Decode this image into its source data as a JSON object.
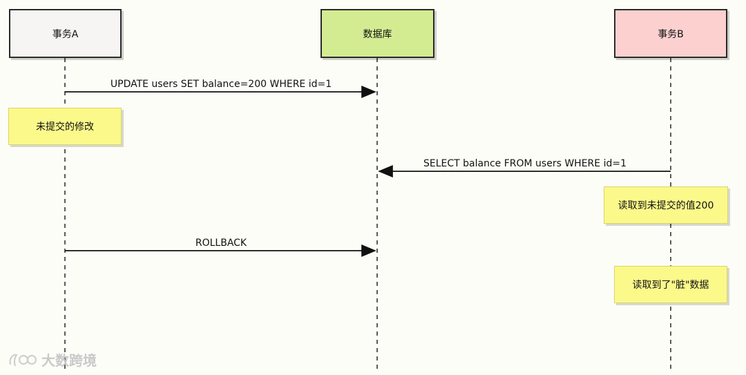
{
  "participants": {
    "a": "事务A",
    "db": "数据库",
    "b": "事务B"
  },
  "messages": {
    "update": "UPDATE users SET balance=200 WHERE id=1",
    "select": "SELECT balance FROM users WHERE id=1",
    "rollback": "ROLLBACK"
  },
  "notes": {
    "uncommitted": "未提交的修改",
    "read_uncommitted": "读取到未提交的值200",
    "dirty_read": "读取到了\"脏\"数据"
  },
  "watermark": {
    "text": "大数跨境",
    "logo_icon": "watermark-logo-icon"
  },
  "colors": {
    "participant_a": "#f6f5f3",
    "participant_db": "#d4ec91",
    "participant_b": "#fdd0d0",
    "note": "#fbf98a"
  }
}
